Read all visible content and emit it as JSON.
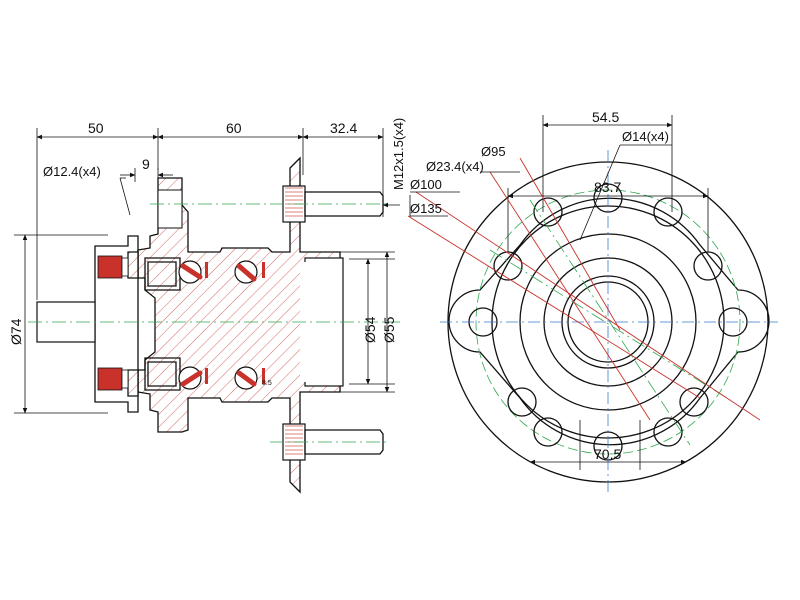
{
  "side_view": {
    "dims": {
      "len_50": "50",
      "len_60": "60",
      "len_32_4": "32.4",
      "len_9": "9",
      "hole_dia": "Ø12.4(x4)",
      "thread": "M12x1.5(x4)",
      "dia_74": "Ø74",
      "dia_54": "Ø54",
      "dia_55": "Ø55",
      "small": "8.5"
    }
  },
  "front_view": {
    "dims": {
      "w_54_5": "54.5",
      "hole_14": "Ø14(x4)",
      "dia_95": "Ø95",
      "dia_23_4": "Ø23.4(x4)",
      "dia_100": "Ø100",
      "dia_135": "Ø135",
      "w_83_7": "83.7",
      "w_70_5": "70.5"
    }
  }
}
